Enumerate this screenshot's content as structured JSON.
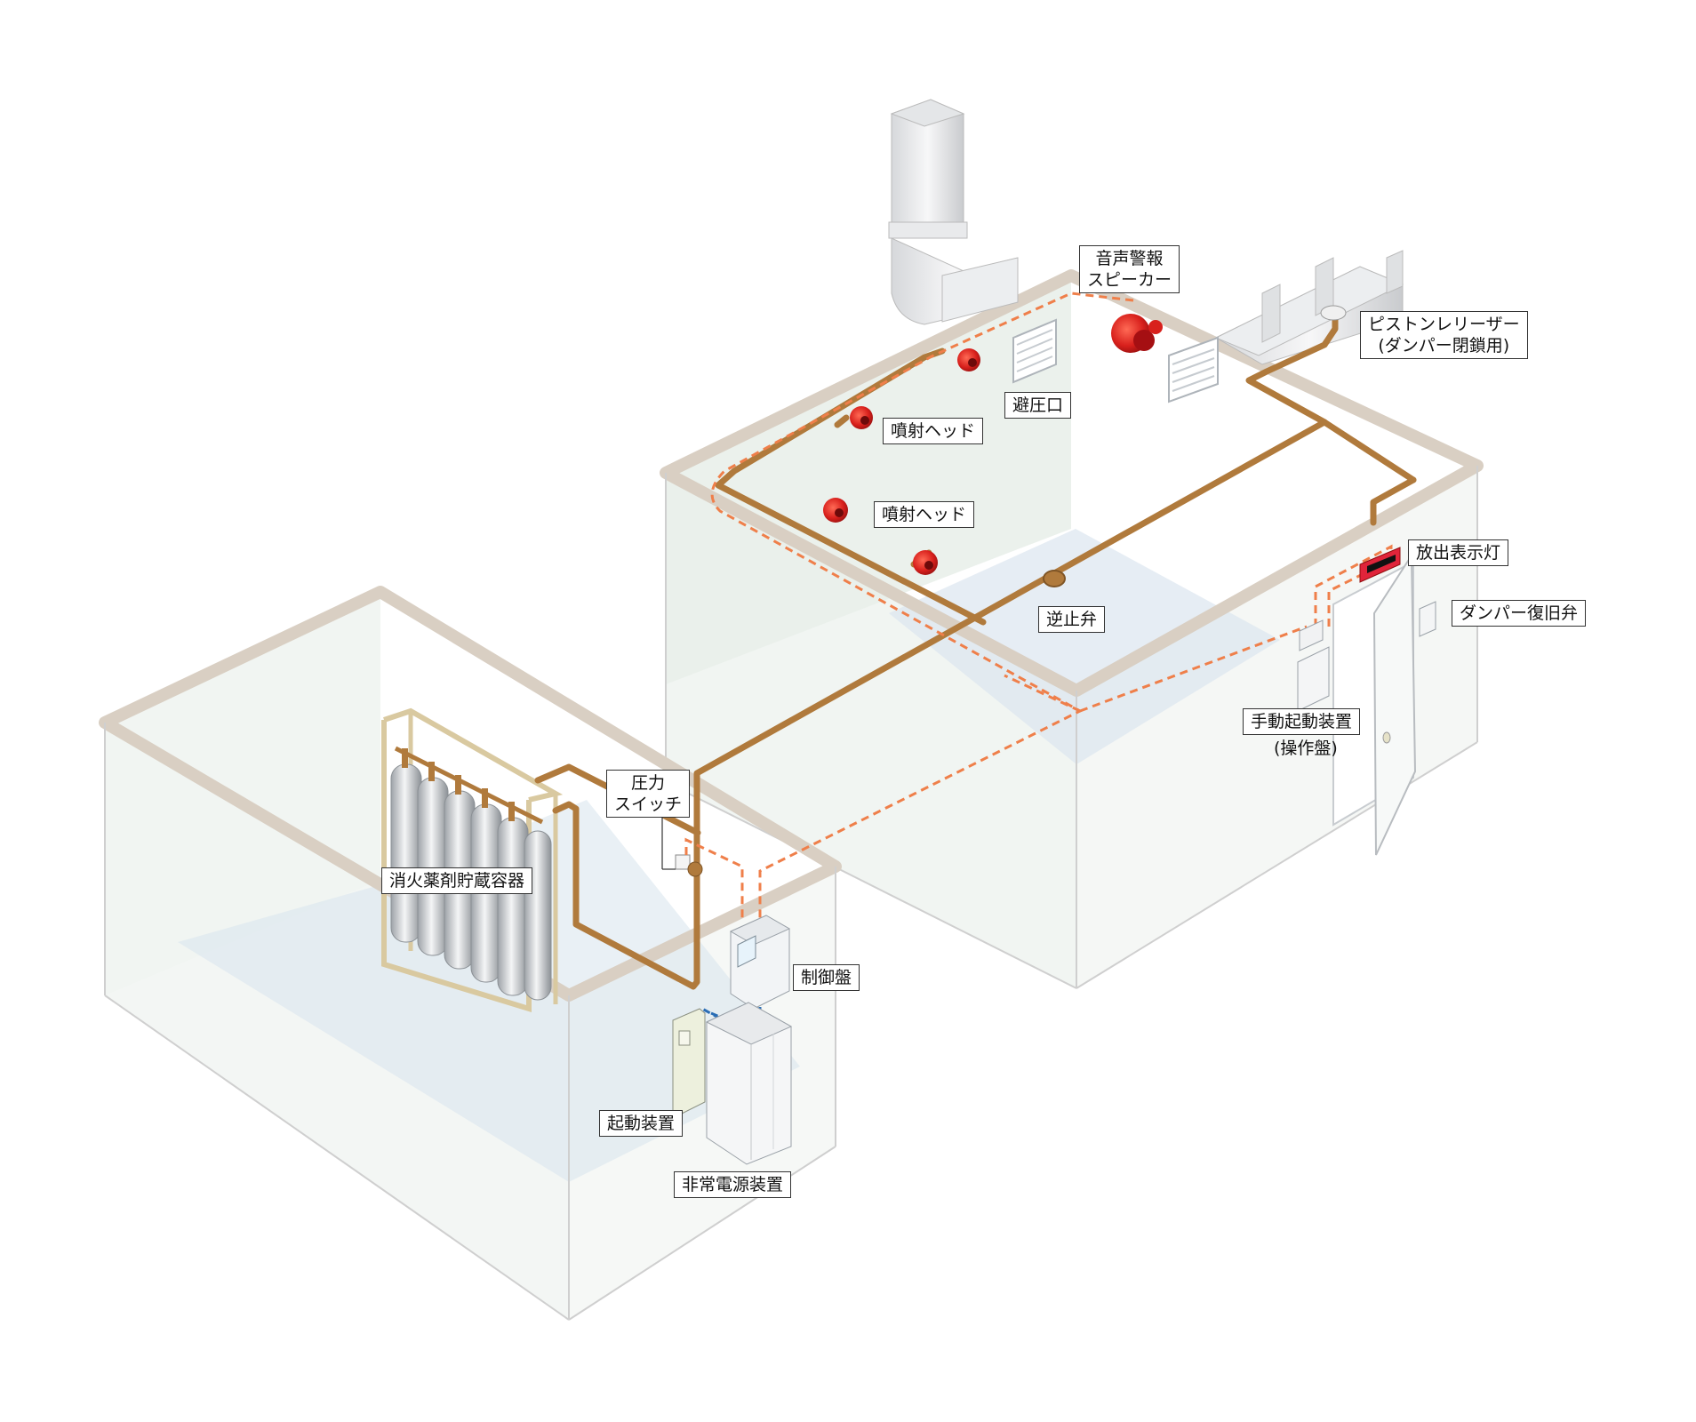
{
  "labels": {
    "speaker": [
      "音声警報",
      "スピーカー"
    ],
    "piston": [
      "ピストンレリーザー",
      "(ダンパー閉鎖用)"
    ],
    "vent": "避圧口",
    "head1": "噴射ヘッド",
    "head2": "噴射ヘッド",
    "indicator": "放出表示灯",
    "damper_reset": "ダンパー復旧弁",
    "check_valve": "逆止弁",
    "manual_start": "手動起動装置",
    "manual_start_sub": "(操作盤)",
    "pressure_switch": [
      "圧力",
      "スイッチ"
    ],
    "storage": "消火薬剤貯蔵容器",
    "control_panel": "制御盤",
    "starter": "起動装置",
    "emergency_power": "非常電源装置"
  },
  "colors": {
    "pipe": "#b07a3c",
    "signal_wire": "#ef7f4a",
    "power_wire": "#2a6db5",
    "wall_frame": "#d9cfc3",
    "equipment_red": "#d81f1f",
    "floor": "#dbe6ef"
  },
  "icons": {
    "speaker": "siren-speaker-icon",
    "head": "nozzle-head-icon",
    "indicator": "discharge-indicator-lamp-icon",
    "cylinder": "gas-cylinder-icon"
  }
}
